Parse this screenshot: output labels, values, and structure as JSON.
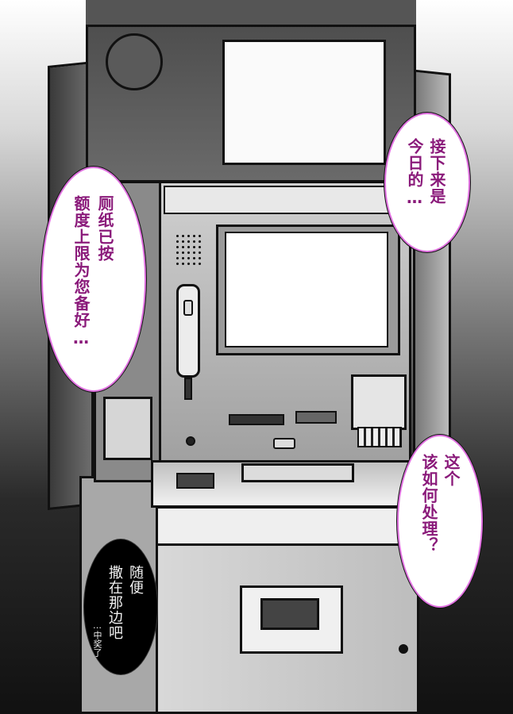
{
  "page": {
    "background_top": "#ffffff",
    "background_bottom": "#111111"
  },
  "bubbles": {
    "upper_right": {
      "lines": [
        "接下来是",
        "今日的…"
      ],
      "text_color": "#8a1a7a",
      "border_color": "#e070e0"
    },
    "left": {
      "lines": [
        "厕纸已按",
        "额度上限为您备好…"
      ],
      "text_color": "#8a1a7a",
      "border_color": "#e070e0"
    },
    "lower_right": {
      "lines": [
        "这个",
        "该如何处理？"
      ],
      "text_color": "#8a1a7a",
      "border_color": "#e070e0"
    },
    "bottom_left": {
      "lines": [
        "随便",
        "撒在那边吧"
      ],
      "aside": "…中奖了",
      "text_color": "#f2f2f2",
      "fill_color": "#000000"
    }
  },
  "atm": {
    "icons": [
      "speaker-grille-icon",
      "handset-icon",
      "keypad-icon",
      "card-slot-icon",
      "cash-dispenser-icon"
    ]
  }
}
